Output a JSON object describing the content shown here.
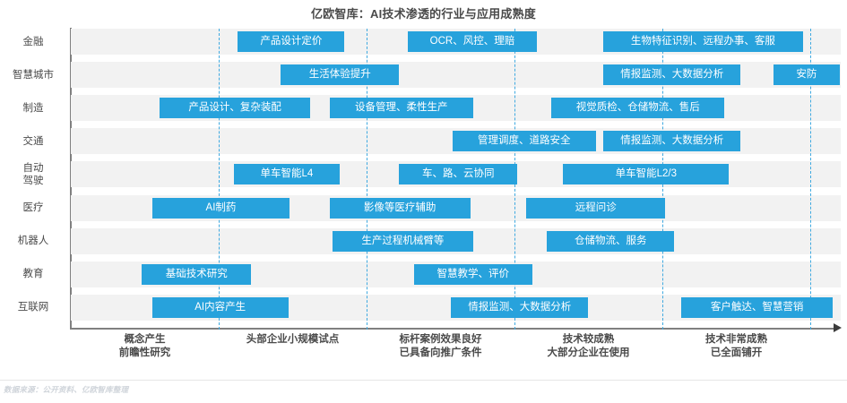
{
  "title": "亿欧智库：AI技术渗透的行业与应用成熟度",
  "footer": {
    "source": "数据来源：公开资料、亿欧智库整理"
  },
  "colors": {
    "bar": "#27a2dc",
    "band": "#f2f2f2",
    "axis": "#808080",
    "gridline": "#3fa9e0",
    "text": "#4a4a4a"
  },
  "chart_data": {
    "type": "bar",
    "title": "亿欧智库：AI技术渗透的行业与应用成熟度",
    "xlabel": "",
    "ylabel": "",
    "grid": true,
    "legend": "none",
    "orientation": "horizontal",
    "xlim": [
      0,
      5.2
    ],
    "x_stages": [
      {
        "index": 1,
        "label_line1": "概念产生",
        "label_line2": "前瞻性研究"
      },
      {
        "index": 2,
        "label_line1": "头部企业小规模试点",
        "label_line2": ""
      },
      {
        "index": 3,
        "label_line1": "标杆案例效果良好",
        "label_line2": "已具备向推广条件"
      },
      {
        "index": 4,
        "label_line1": "技术较成熟",
        "label_line2": "大部分企业在使用"
      },
      {
        "index": 5,
        "label_line1": "技术非常成熟",
        "label_line2": "已全面铺开"
      }
    ],
    "categories": [
      "金融",
      "智慧城市",
      "制造",
      "交通",
      "自动驾驶",
      "医疗",
      "机器人",
      "教育",
      "互联网"
    ],
    "rows": [
      {
        "label": "金融",
        "label_line1": "金融",
        "label_line2": "",
        "items": [
          {
            "text": "产品设计定价",
            "start": 1.13,
            "end": 1.85
          },
          {
            "text": "OCR、风控、理赔",
            "start": 2.28,
            "end": 3.15
          },
          {
            "text": "生物特征识别、远程办事、客服",
            "start": 3.6,
            "end": 4.95
          }
        ]
      },
      {
        "label": "智慧城市",
        "label_line1": "智慧城市",
        "label_line2": "",
        "items": [
          {
            "text": "生活体验提升",
            "start": 1.42,
            "end": 2.22
          },
          {
            "text": "情报监测、大数据分析",
            "start": 3.6,
            "end": 4.53
          },
          {
            "text": "安防",
            "start": 4.75,
            "end": 5.2
          }
        ]
      },
      {
        "label": "制造",
        "label_line1": "制造",
        "label_line2": "",
        "items": [
          {
            "text": "产品设计、复杂装配",
            "start": 0.6,
            "end": 1.62
          },
          {
            "text": "设备管理、柔性生产",
            "start": 1.75,
            "end": 2.72
          },
          {
            "text": "视觉质检、仓储物流、售后",
            "start": 3.25,
            "end": 4.42
          }
        ]
      },
      {
        "label": "交通",
        "label_line1": "交通",
        "label_line2": "",
        "items": [
          {
            "text": "管理调度、道路安全",
            "start": 2.58,
            "end": 3.55
          },
          {
            "text": "情报监测、大数据分析",
            "start": 3.6,
            "end": 4.53
          }
        ]
      },
      {
        "label": "自动驾驶",
        "label_line1": "自动",
        "label_line2": "驾驶",
        "items": [
          {
            "text": "单车智能L4",
            "start": 1.1,
            "end": 1.82
          },
          {
            "text": "车、路、云协同",
            "start": 2.22,
            "end": 3.02
          },
          {
            "text": "单车智能L2/3",
            "start": 3.33,
            "end": 4.45
          }
        ]
      },
      {
        "label": "医疗",
        "label_line1": "医疗",
        "label_line2": "",
        "items": [
          {
            "text": "AI制药",
            "start": 0.55,
            "end": 1.48
          },
          {
            "text": "影像等医疗辅助",
            "start": 1.75,
            "end": 2.7
          },
          {
            "text": "远程问诊",
            "start": 3.08,
            "end": 4.02
          }
        ]
      },
      {
        "label": "机器人",
        "label_line1": "机器人",
        "label_line2": "",
        "items": [
          {
            "text": "生产过程机械臂等",
            "start": 1.77,
            "end": 2.72
          },
          {
            "text": "仓储物流、服务",
            "start": 3.22,
            "end": 4.08
          }
        ]
      },
      {
        "label": "教育",
        "label_line1": "教育",
        "label_line2": "",
        "items": [
          {
            "text": "基础技术研究",
            "start": 0.48,
            "end": 1.22
          },
          {
            "text": "智慧教学、评价",
            "start": 2.32,
            "end": 3.12
          }
        ]
      },
      {
        "label": "互联网",
        "label_line1": "互联网",
        "label_line2": "",
        "items": [
          {
            "text": "AI内容产生",
            "start": 0.55,
            "end": 1.47
          },
          {
            "text": "情报监测、大数据分析",
            "start": 2.57,
            "end": 3.5
          },
          {
            "text": "客户触达、智慧营销",
            "start": 4.13,
            "end": 5.15
          }
        ]
      }
    ]
  }
}
